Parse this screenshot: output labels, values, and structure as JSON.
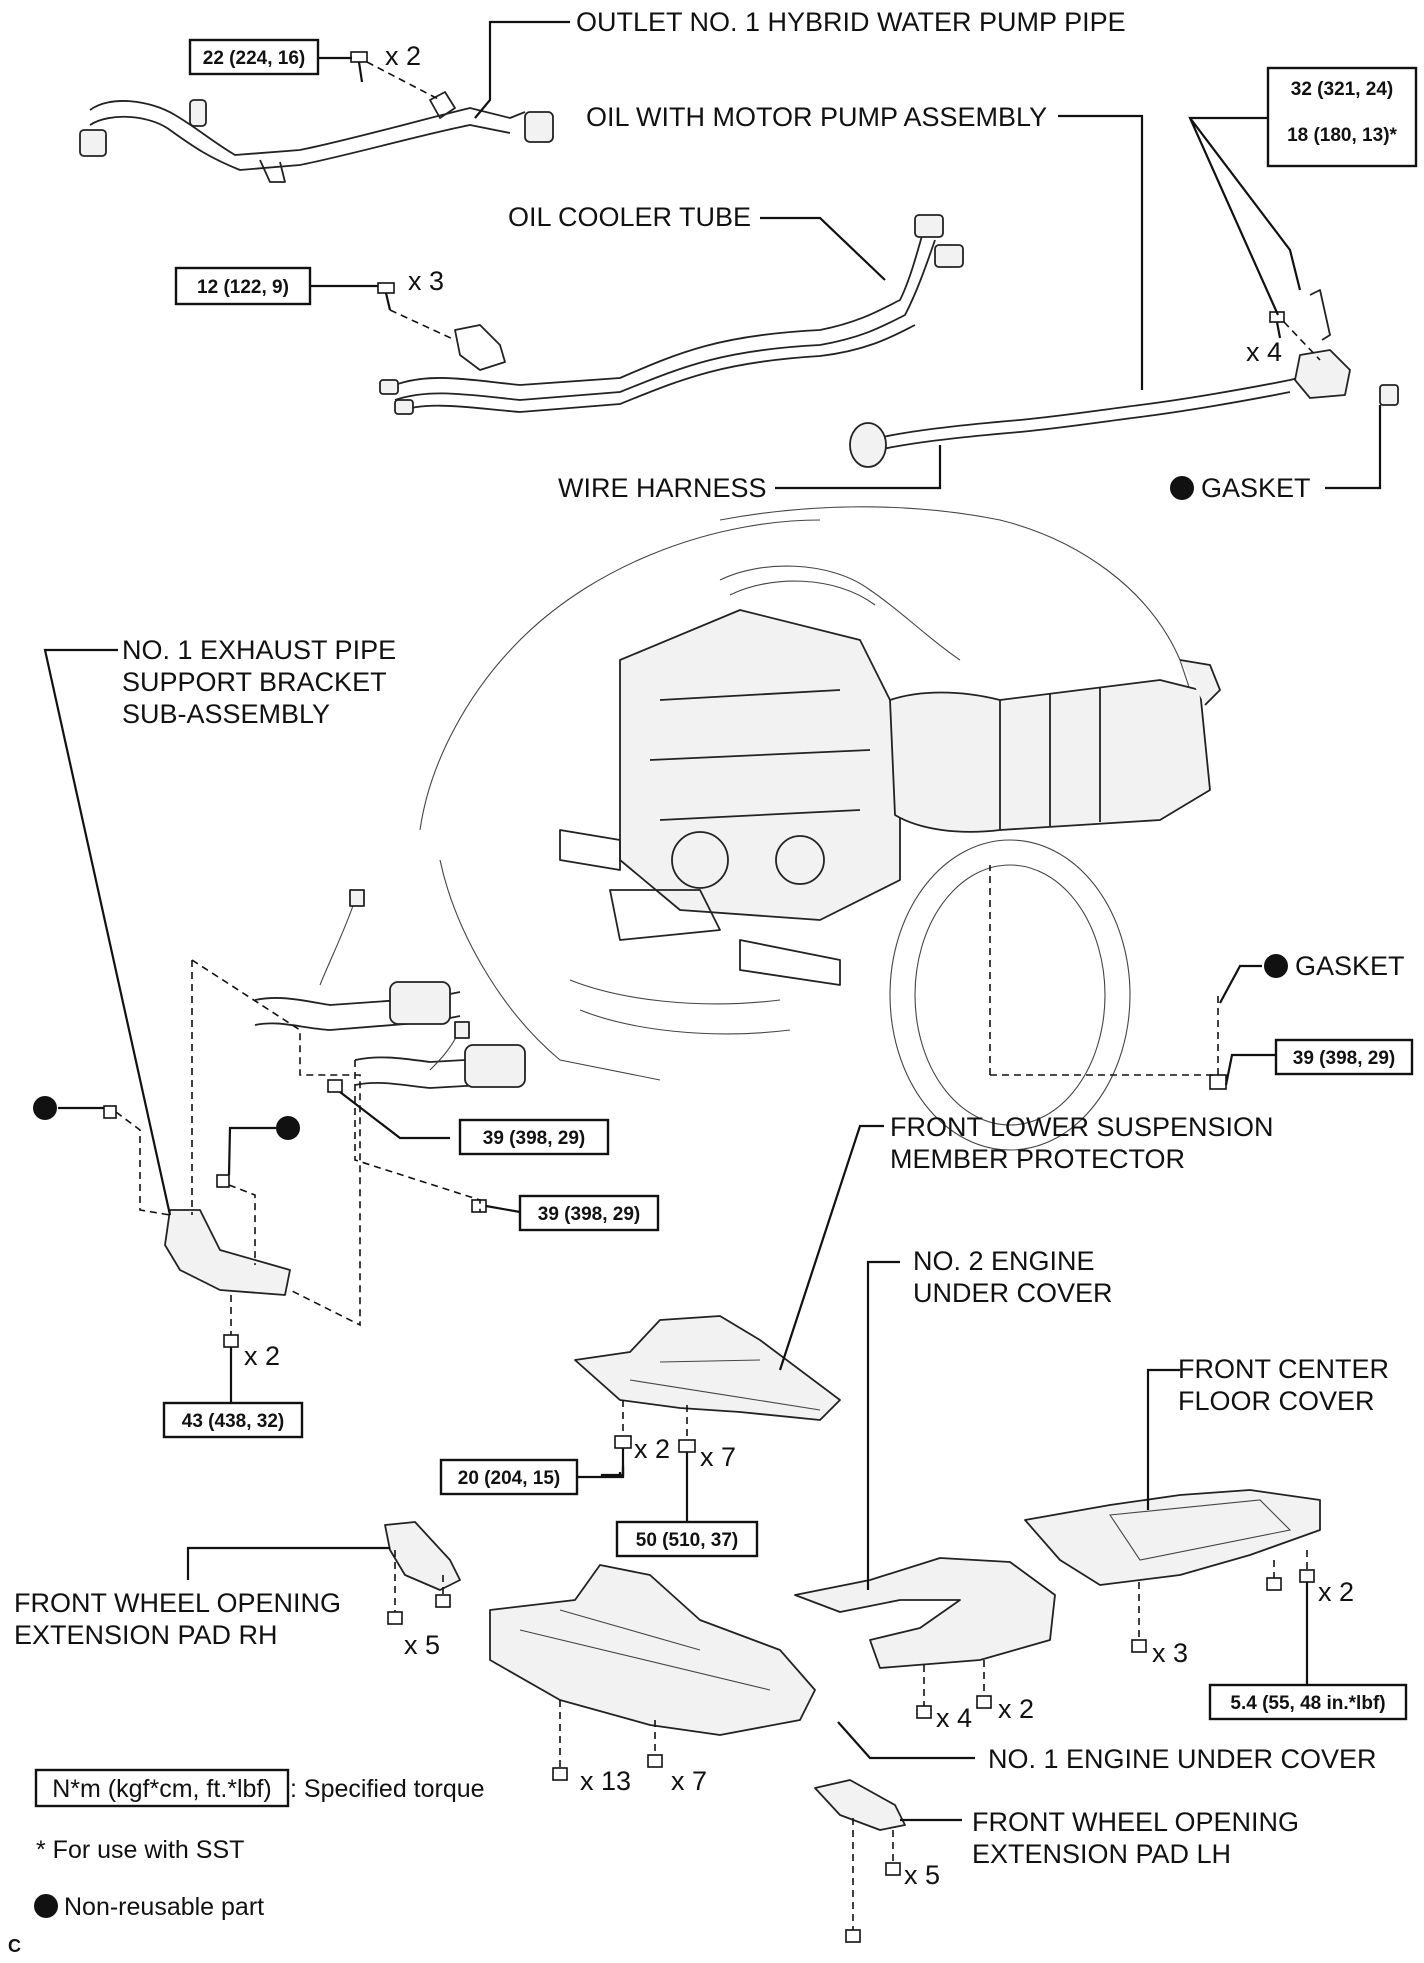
{
  "labels": {
    "outlet_pipe": "OUTLET NO. 1 HYBRID WATER PUMP PIPE",
    "oil_pump": "OIL WITH MOTOR PUMP ASSEMBLY",
    "oil_cooler_tube": "OIL COOLER TUBE",
    "wire_harness": "WIRE HARNESS",
    "gasket": "GASKET",
    "exhaust_bracket_1": "NO. 1 EXHAUST PIPE",
    "exhaust_bracket_2": "SUPPORT BRACKET",
    "exhaust_bracket_3": "SUB-ASSEMBLY",
    "susp_protector_1": "FRONT LOWER SUSPENSION",
    "susp_protector_2": "MEMBER PROTECTOR",
    "engine_cover2_1": "NO. 2 ENGINE",
    "engine_cover2_2": "UNDER COVER",
    "floor_cover_1": "FRONT CENTER",
    "floor_cover_2": "FLOOR COVER",
    "pad_rh_1": "FRONT WHEEL OPENING",
    "pad_rh_2": "EXTENSION PAD RH",
    "engine_cover1": "NO. 1 ENGINE UNDER COVER",
    "pad_lh_1": "FRONT WHEEL OPENING",
    "pad_lh_2": "EXTENSION PAD LH"
  },
  "torques": {
    "outlet_bolt": "22 (224, 16)",
    "pump_bolt_a": "32 (321, 24)",
    "pump_bolt_b": "18 (180, 13)*",
    "cooler_bolt": "12 (122, 9)",
    "exhaust_nut_r": "39 (398, 29)",
    "exhaust_bolt_1": "39 (398, 29)",
    "exhaust_bolt_2": "39 (398, 29)",
    "bracket_bolt": "43 (438, 32)",
    "protector_bolt_a": "20 (204, 15)",
    "protector_bolt_b": "50 (510, 37)",
    "floor_bolt": "5.4 (55, 48 in.*lbf)"
  },
  "counts": {
    "outlet": "x 2",
    "cooler": "x 3",
    "pump": "x 4",
    "bracket": "x 2",
    "protector_a": "x 2",
    "protector_b": "x 7",
    "pad_rh": "x 5",
    "cover1_a": "x 13",
    "cover1_b": "x 7",
    "cover2_a": "x 4",
    "cover2_b": "x 2",
    "floor_a": "x 3",
    "floor_b": "x 2",
    "pad_lh": "x 5"
  },
  "legend": {
    "torque_box": "N*m (kgf*cm, ft.*lbf)",
    "torque_desc": ": Specified torque",
    "sst": "* For use with SST",
    "nonreusable": "Non-reusable part"
  },
  "figure_code": "C"
}
